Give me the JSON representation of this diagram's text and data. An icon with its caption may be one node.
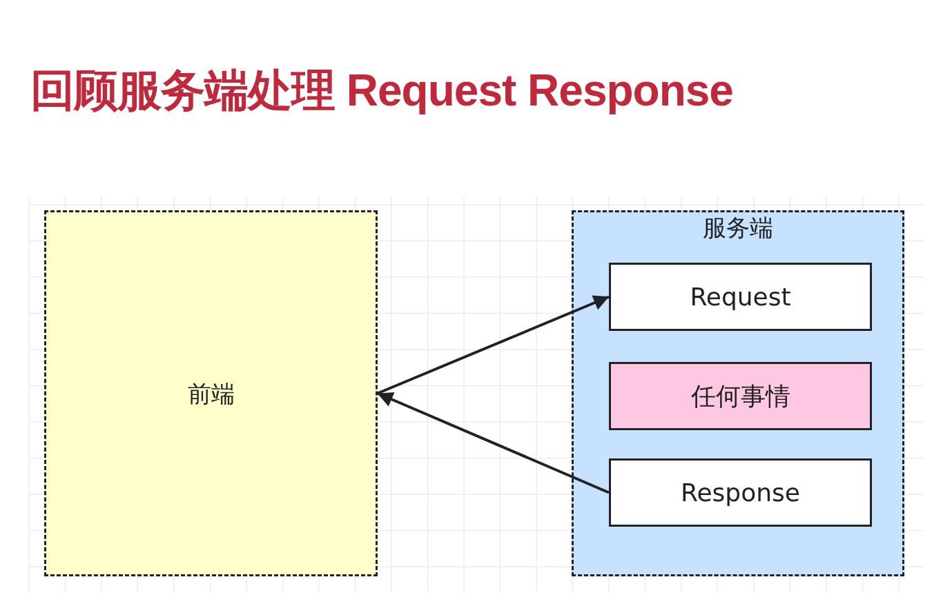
{
  "diagram": {
    "title": "回顾服务端处理 Request Response",
    "nodes": [
      {
        "text": [
          "前端"
        ]
      },
      {
        "text": [
          "服务端"
        ]
      },
      {
        "text": [
          "Request"
        ],
        "in": 1
      },
      {
        "text": [
          "任何事情"
        ],
        "in": 1
      },
      {
        "text": [
          "Response"
        ],
        "in": 1
      }
    ],
    "edges": [
      {
        "from": 0,
        "to": 2,
        "arrow": "to"
      },
      {
        "from": 4,
        "to": 0,
        "arrow": "to"
      }
    ]
  }
}
